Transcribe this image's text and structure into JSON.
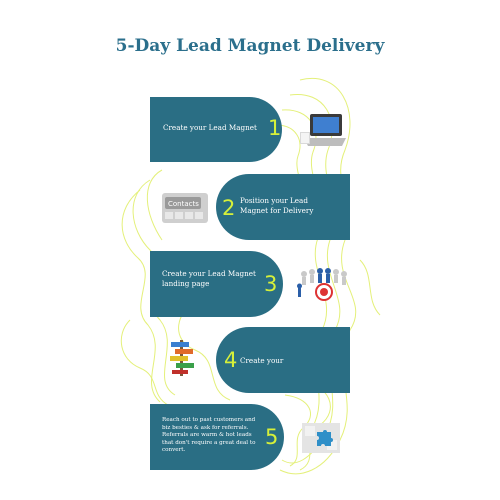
{
  "title": "5-Day Lead Magnet Delivery",
  "colors": {
    "box": "#2a6e84",
    "number": "#d6f03a",
    "title": "#2b6f8c",
    "contour": "#e4f07a"
  },
  "steps": [
    {
      "number": "1",
      "text": "Create your Lead Magnet",
      "picture": "laptop-icon"
    },
    {
      "number": "2",
      "text": "Position your Lead Magnet for Delivery",
      "picture": "contacts-keyboard-icon"
    },
    {
      "number": "3",
      "text": "Create your Lead Magnet landing page",
      "picture": "target-people-icon"
    },
    {
      "number": "4",
      "text": "Create your",
      "picture": "signpost-icon"
    },
    {
      "number": "5",
      "text": "Reach out to past customers and biz besties & ask for referrals. Referrals are warm & hot leads that don't require a great deal to convert.",
      "picture": "puzzle-icon"
    }
  ]
}
